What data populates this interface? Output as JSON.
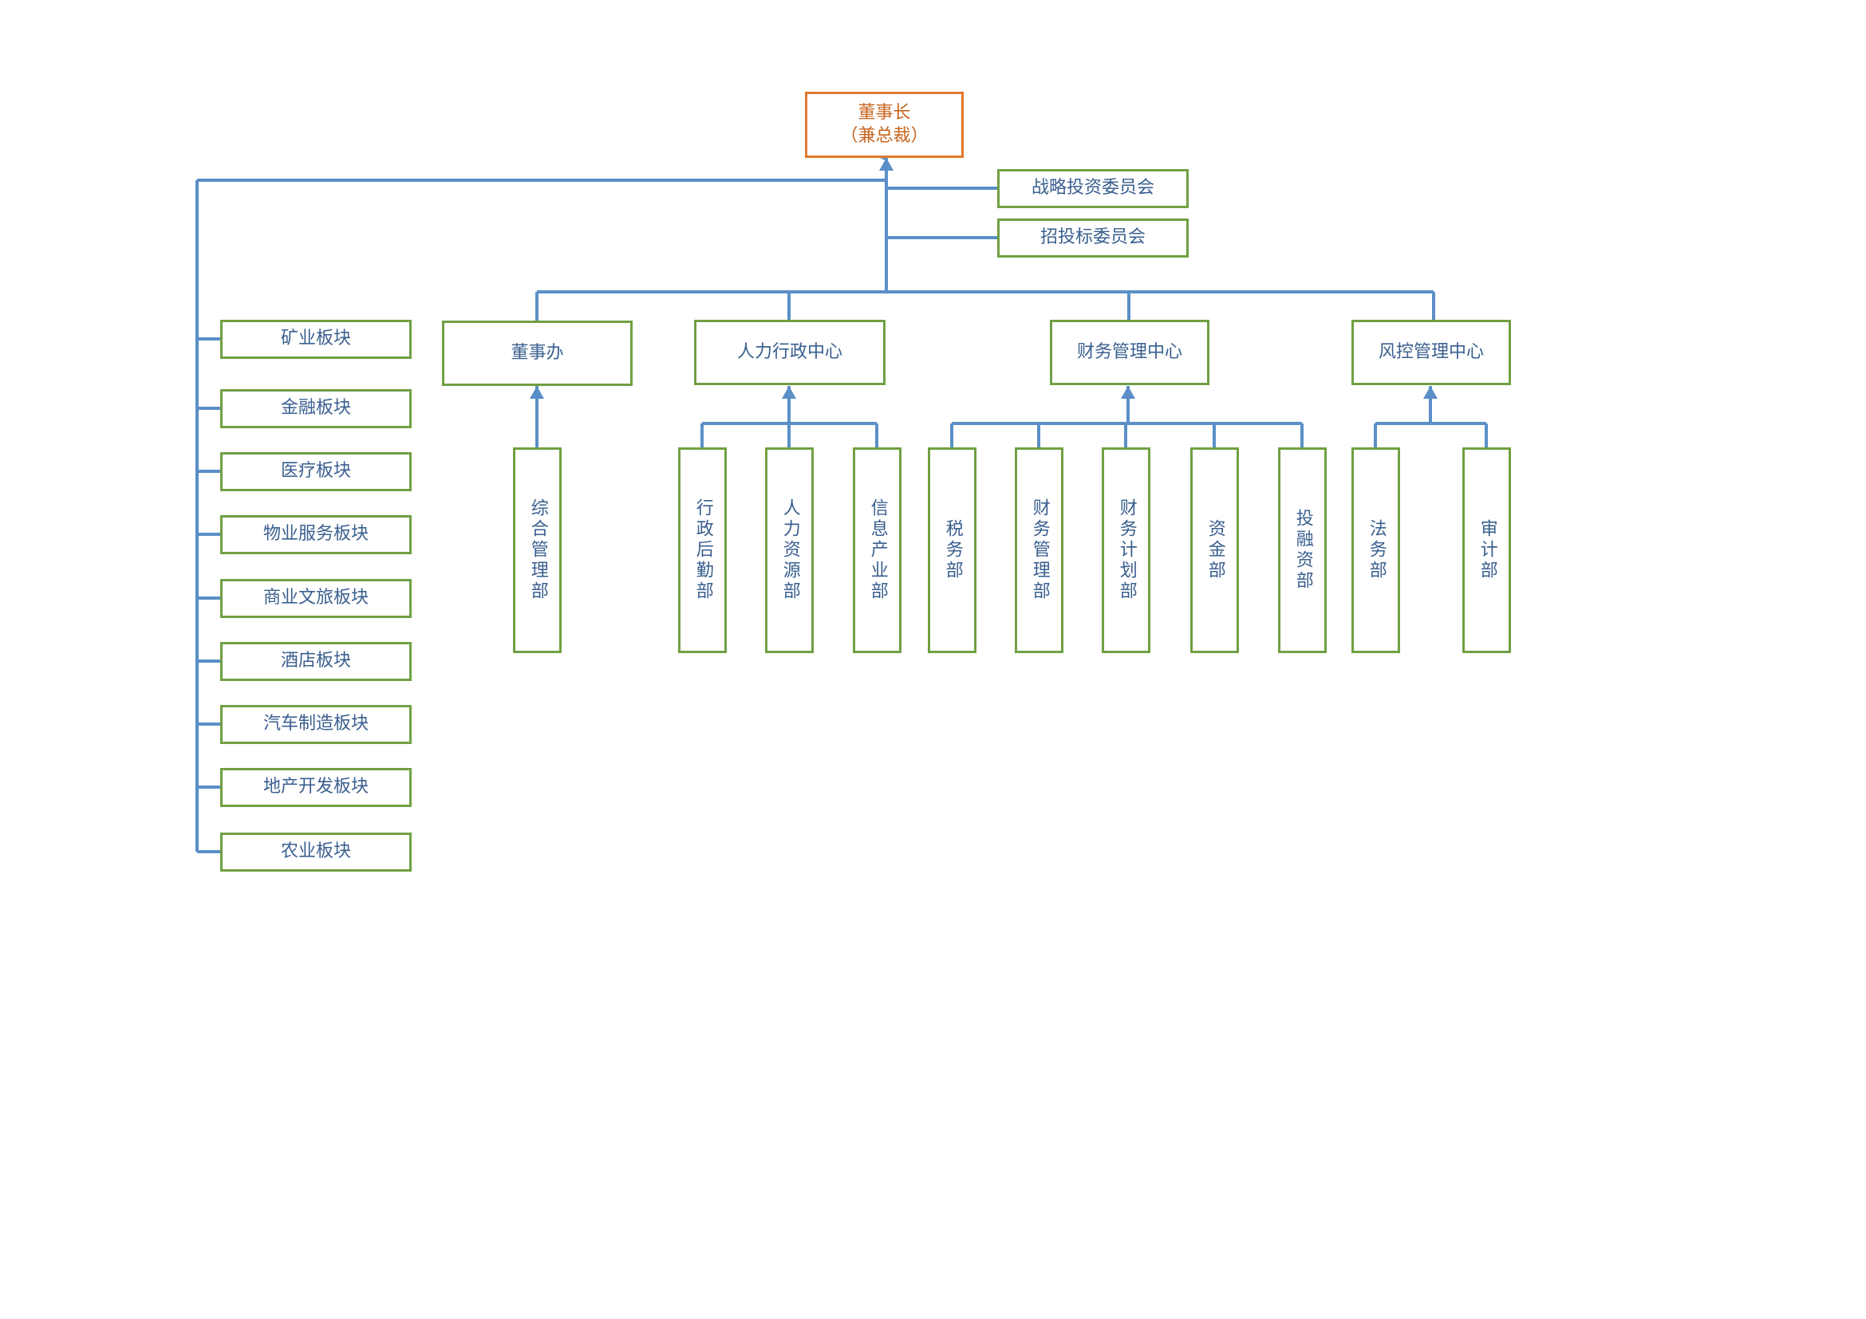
{
  "colors": {
    "line": "#5b8fc7",
    "node_border": "#70a043",
    "root_border": "#e07a2e",
    "text": "#3a5f8f",
    "root_text": "#c8651f"
  },
  "root": {
    "title": "董事长",
    "subtitle": "（兼总裁）"
  },
  "committees": [
    "战略投资委员会",
    "招投标委员会"
  ],
  "sectors": [
    "矿业板块",
    "金融板块",
    "医疗板块",
    "物业服务板块",
    "商业文旅板块",
    "酒店板块",
    "汽车制造板块",
    "地产开发板块",
    "农业板块"
  ],
  "centers": [
    {
      "label": "董事办",
      "departments": [
        "综合管理部"
      ]
    },
    {
      "label": "人力行政中心",
      "departments": [
        "行政后勤部",
        "人力资源部",
        "信息产业部"
      ]
    },
    {
      "label": "财务管理中心",
      "departments": [
        "税务部",
        "财务管理部",
        "财务计划部",
        "资金部",
        "投融资部"
      ]
    },
    {
      "label": "风控管理中心",
      "departments": [
        "法务部",
        "审计部"
      ]
    }
  ]
}
